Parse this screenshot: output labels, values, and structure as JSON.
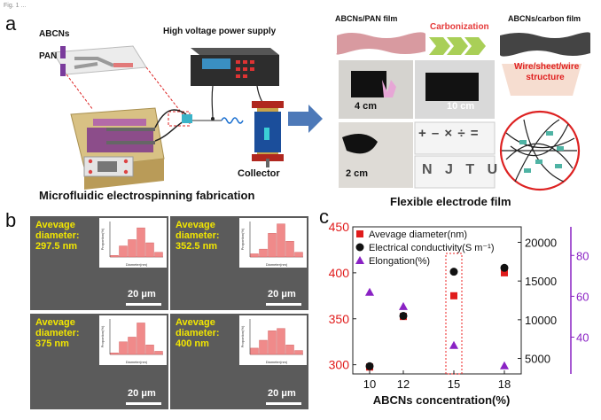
{
  "caption": "Fig. 1 ...",
  "panel_a": {
    "letter": "a",
    "abcns": "ABCNs",
    "pan": "PAN",
    "hv": "High voltage power supply",
    "collector": "Collector",
    "title_left": "Microfluidic electrospinning fabrication",
    "abcns_pan_film": "ABCNs/PAN film",
    "carbonization": "Carbonization",
    "abcns_carbon_film": "ABCNs/carbon film",
    "scale_4cm": "4 cm",
    "scale_10cm": "10 cm",
    "scale_2cm": "2 cm",
    "symbols": "+ – × ÷ =",
    "letters": "N J T U",
    "wire_structure": "Wire/sheet/wire structure",
    "title_right": "Flexible electrode film"
  },
  "panel_b": {
    "letter": "b",
    "images": [
      {
        "label": "Avevage diameter: 297.5 nm",
        "scale": "20 μm",
        "hist": [
          2,
          14,
          22,
          37,
          18,
          6
        ]
      },
      {
        "label": "Avevage diameter: 352.5 nm",
        "scale": "20 μm",
        "hist": [
          4,
          10,
          30,
          42,
          20,
          6
        ]
      },
      {
        "label": "Avevage diameter: 375 nm",
        "scale": "20 μm",
        "hist": [
          2,
          16,
          22,
          40,
          12,
          4
        ]
      },
      {
        "label": "Avevage diameter: 400 nm",
        "scale": "20 μm",
        "hist": [
          8,
          18,
          30,
          33,
          12,
          5
        ]
      }
    ],
    "hist_xlabel": "Diameter(nm)",
    "hist_ylabel": "Proportion(%)"
  },
  "chart_data": {
    "type": "scatter",
    "xlabel": "ABCNs concentration(%)",
    "x": [
      10,
      12,
      15,
      18
    ],
    "xticks": [
      "10",
      "12",
      "15",
      "18"
    ],
    "left_axis": {
      "label": "",
      "ylim": [
        290,
        450
      ],
      "ticks": [
        "300",
        "350",
        "400",
        "450"
      ],
      "color": "#e01b1b"
    },
    "right_axis1": {
      "label": "",
      "ylim": [
        3000,
        22000
      ],
      "ticks": [
        "5000",
        "10000",
        "15000",
        "20000"
      ],
      "color": "#111111"
    },
    "right_axis2": {
      "label": "",
      "ylim": [
        22,
        94
      ],
      "ticks": [
        "40",
        "60",
        "80"
      ],
      "color": "#8a22c4"
    },
    "series": [
      {
        "name": "Avevage diameter(nm)",
        "marker": "square",
        "color": "#e01b1b",
        "axis": "left",
        "values": [
          297.5,
          352.5,
          375,
          400
        ]
      },
      {
        "name": "Electrical conductivity(S m⁻¹)",
        "marker": "circle",
        "color": "#111111",
        "axis": "right1",
        "values": [
          4000,
          10500,
          16200,
          16700
        ]
      },
      {
        "name": "Elongation(%)",
        "marker": "triangle",
        "color": "#8a22c4",
        "axis": "right2",
        "values": [
          62,
          55,
          36,
          26
        ]
      }
    ],
    "highlight_x": 15,
    "letter": "c"
  }
}
